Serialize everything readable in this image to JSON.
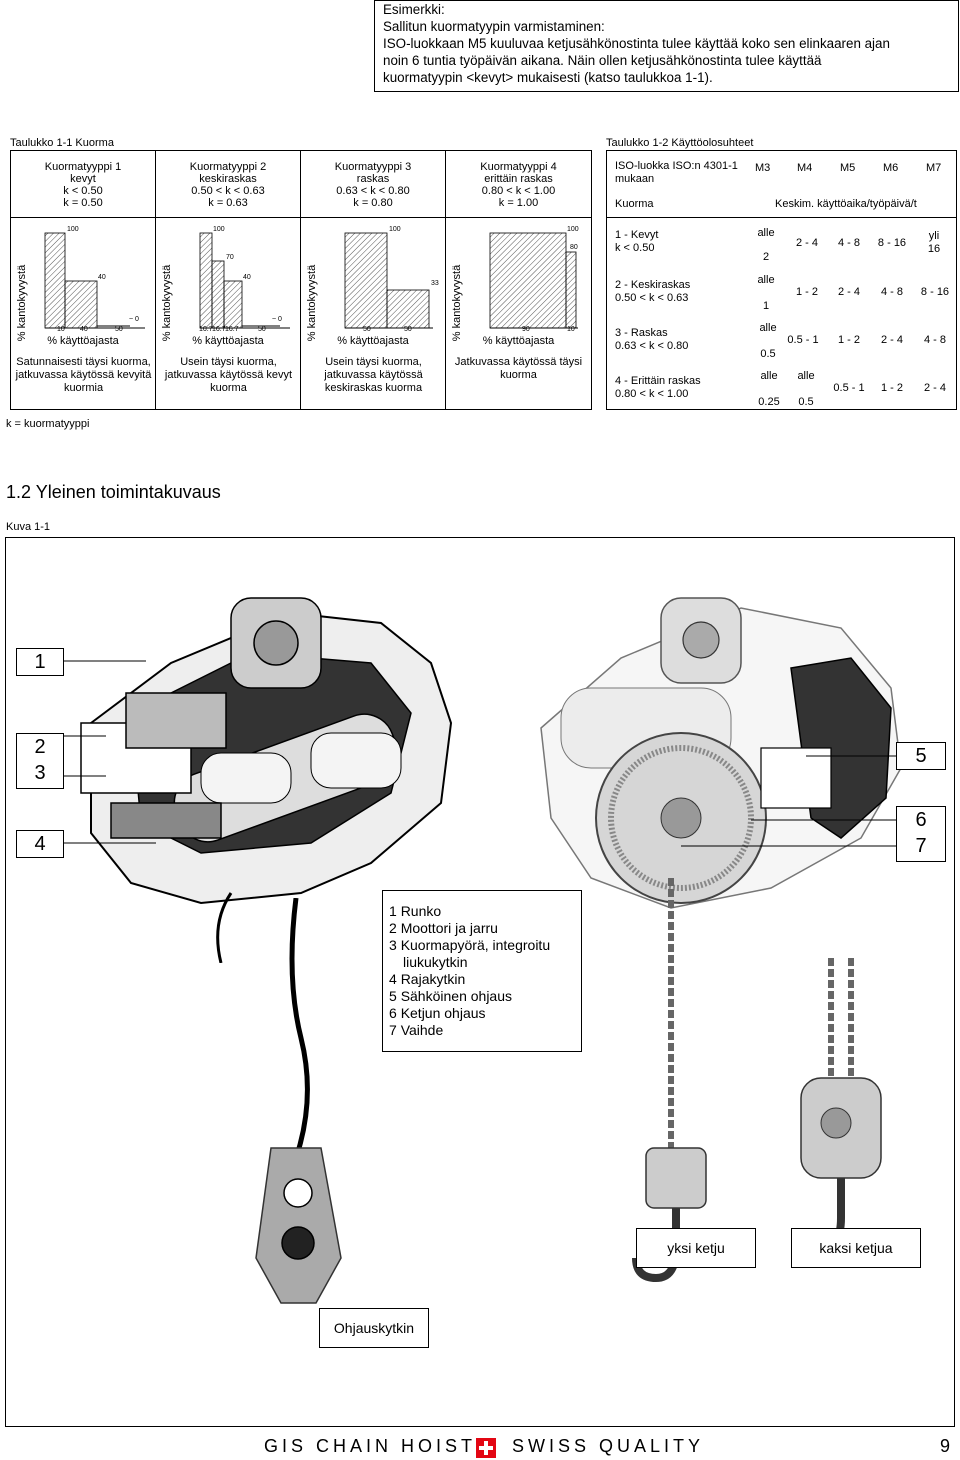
{
  "intro": {
    "heading": "Esimerkki:",
    "line1": "Sallitun kuormatyypin varmistaminen:",
    "line2": "ISO-luokkaan M5 kuuluvaa ketjusähkönostinta tulee käyttää koko sen elinkaaren ajan",
    "line3": "noin 6 tuntia työpäivän aikana. Näin ollen ketjusähkönostinta tulee käyttää",
    "line4": "kuormatyypin <kevyt> mukaisesti (katso taulukkoa 1-1)."
  },
  "table1": {
    "caption": "Taulukko 1-1   Kuorma",
    "ylabel": "% kantokyvystä",
    "xlabel": "% käyttöajasta",
    "columns": [
      {
        "h1": "Kuormatyyppi 1",
        "h2": "kevyt",
        "h3": "k < 0.50",
        "h4": "k = 0.50",
        "ticks_y": [
          "100",
          "40",
          "~ 0"
        ],
        "ticks_x": [
          "10",
          "40",
          "50"
        ],
        "desc": "Satunnaisesti täysi kuorma, jatkuvassa käytössä kevyitä kuormia"
      },
      {
        "h1": "Kuormatyyppi 2",
        "h2": "keskiraskas",
        "h3": "0.50 < k < 0.63",
        "h4": "k = 0.63",
        "ticks_y": [
          "100",
          "70",
          "40",
          "~ 0"
        ],
        "ticks_x": [
          "16.7",
          "16.7",
          "16.7",
          "50"
        ],
        "desc": "Usein täysi kuorma, jatkuvassa käytössä kevyt kuorma"
      },
      {
        "h1": "Kuormatyyppi 3",
        "h2": "raskas",
        "h3": "0.63 < k < 0.80",
        "h4": "k = 0.80",
        "ticks_y": [
          "100",
          "33"
        ],
        "ticks_x": [
          "50",
          "50"
        ],
        "desc": "Usein täysi kuorma, jatkuvassa käytössä keskiraskas kuorma"
      },
      {
        "h1": "Kuormatyyppi 4",
        "h2": "erittäin raskas",
        "h3": "0.80 < k < 1.00",
        "h4": "k = 1.00",
        "ticks_y": [
          "100",
          "80"
        ],
        "ticks_x": [
          "90",
          "10"
        ],
        "desc": "Jatkuvassa käytössä täysi kuorma"
      }
    ]
  },
  "table2": {
    "caption": "Taulukko 1-2   Käyttöolosuhteet",
    "iso_label": "ISO-luokka ISO:n 4301-1 mukaan",
    "classes": [
      "M3",
      "M4",
      "M5",
      "M6",
      "M7"
    ],
    "kuorma": "Kuorma",
    "keskim": "Keskim. käyttöaika/työpäivä/t",
    "rows": [
      {
        "l1": "1 - Kevyt",
        "l2": "k < 0.50",
        "c": [
          "alle 2",
          "2 - 4",
          "4 - 8",
          "8 - 16",
          "yli 16"
        ]
      },
      {
        "l1": "2 - Keskiraskas",
        "l2": "0.50 < k < 0.63",
        "c": [
          "alle 1",
          "1 - 2",
          "2 - 4",
          "4 - 8",
          "8 - 16"
        ]
      },
      {
        "l1": "3 - Raskas",
        "l2": "0.63 < k < 0.80",
        "c": [
          "alle 0.5",
          "0.5 - 1",
          "1 - 2",
          "2 - 4",
          "4 - 8"
        ]
      },
      {
        "l1": "4 - Erittäin raskas",
        "l2": "0.80 < k < 1.00",
        "c": [
          "alle 0.25",
          "alle 0.5",
          "0.5 - 1",
          "1 - 2",
          "2 - 4"
        ]
      }
    ]
  },
  "note": "k = kuormatyyppi",
  "section": "1.2 Yleinen toimintakuvaus",
  "figure_caption": "Kuva 1-1",
  "callouts": [
    "1",
    "2",
    "3",
    "4",
    "5",
    "6",
    "7"
  ],
  "legend": [
    {
      "n": "1",
      "t": "Runko"
    },
    {
      "n": "2",
      "t": "Moottori ja jarru"
    },
    {
      "n": "3",
      "t": "Kuormapyörä, integroitu"
    },
    {
      "n": "",
      "t": "liukukytkin"
    },
    {
      "n": "4",
      "t": "Rajakytkin"
    },
    {
      "n": "5",
      "t": "Sähköinen ohjaus"
    },
    {
      "n": "6",
      "t": "Ketjun ohjaus"
    },
    {
      "n": "7",
      "t": "Vaihde"
    }
  ],
  "label_single": "yksi ketju",
  "label_double": "kaksi ketjua",
  "label_control": "Ohjauskytkin",
  "footer": {
    "left": "GIS CHAIN HOIST",
    "right": "SWISS QUALITY",
    "page": "9"
  }
}
